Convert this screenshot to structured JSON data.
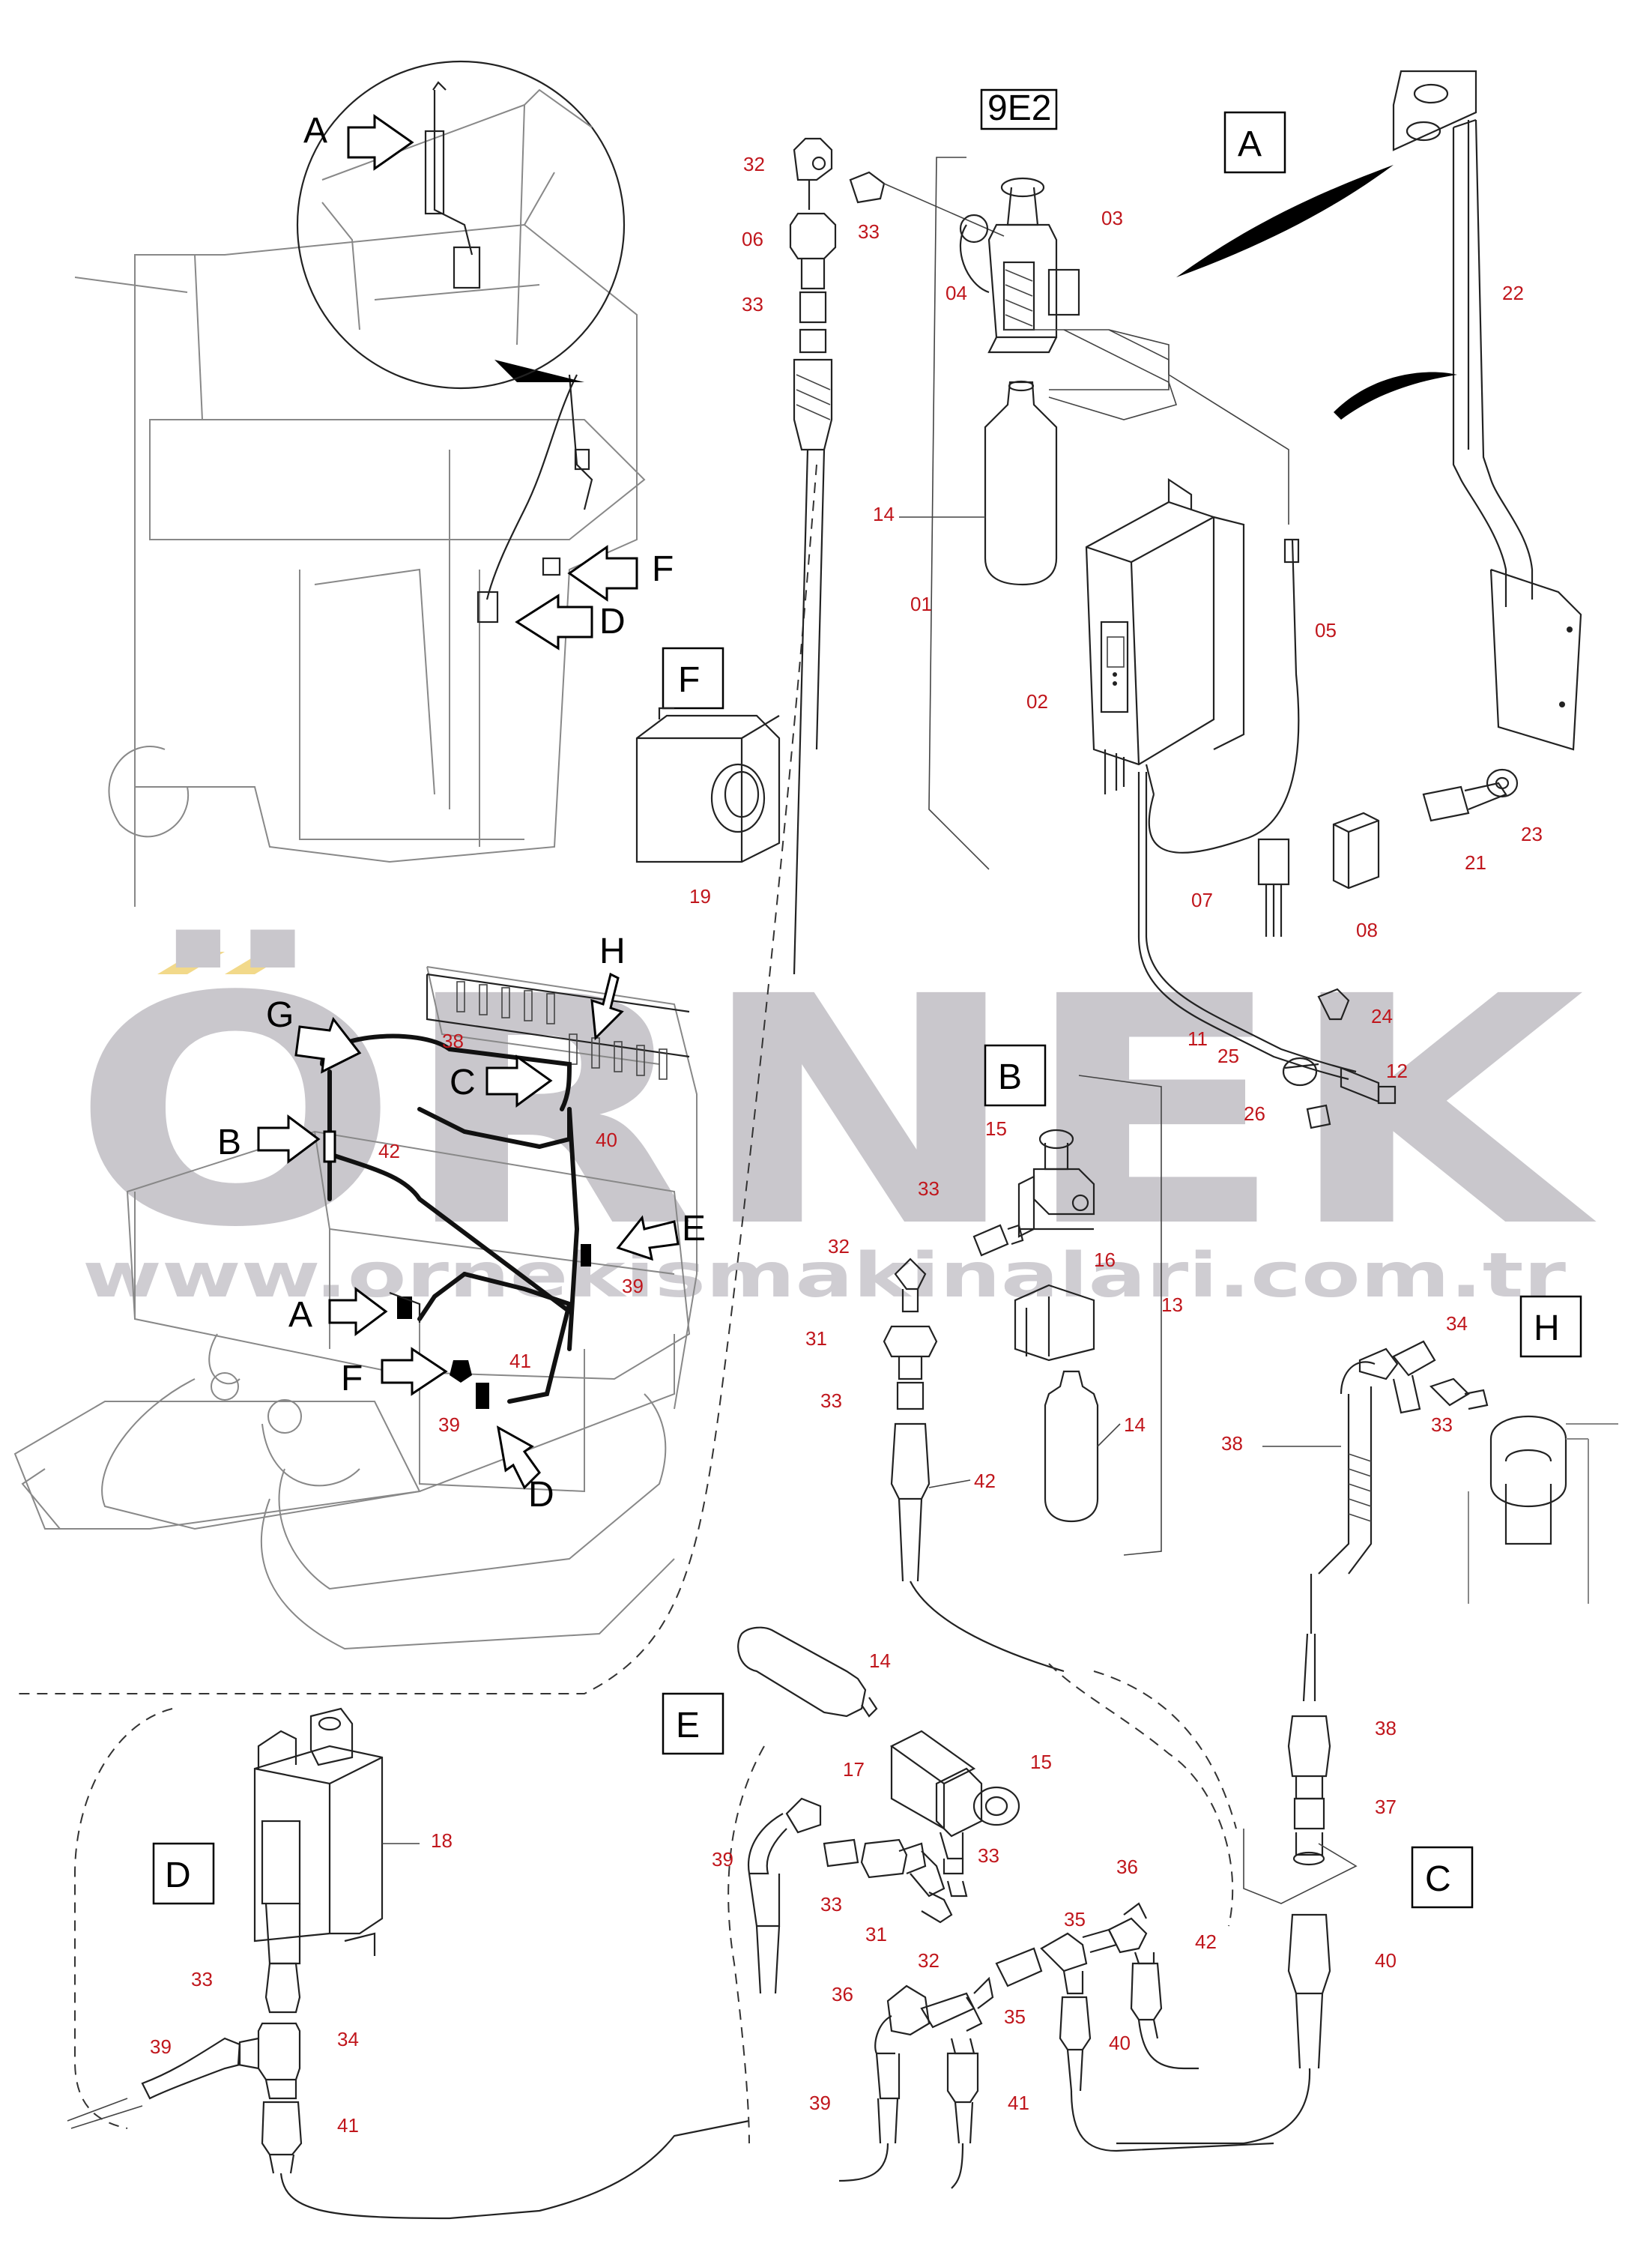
{
  "diagram_code": "9E2",
  "view_letters": [
    "A",
    "B",
    "C",
    "D",
    "E",
    "F",
    "G",
    "H"
  ],
  "watermark": {
    "brand": "ÖRNEK",
    "url": "www.ornekismakinalari.com.tr",
    "accent_color": "#f2d98a"
  },
  "part_numbers": [
    "01",
    "02",
    "03",
    "04",
    "05",
    "06",
    "07",
    "08",
    "11",
    "12",
    "13",
    "14",
    "15",
    "16",
    "17",
    "18",
    "19",
    "21",
    "22",
    "23",
    "24",
    "25",
    "26",
    "31",
    "32",
    "33",
    "34",
    "35",
    "36",
    "37",
    "38",
    "39",
    "40",
    "41",
    "42"
  ],
  "colors": {
    "label": "#c0161c",
    "line": "#222222",
    "background": "#ffffff"
  }
}
